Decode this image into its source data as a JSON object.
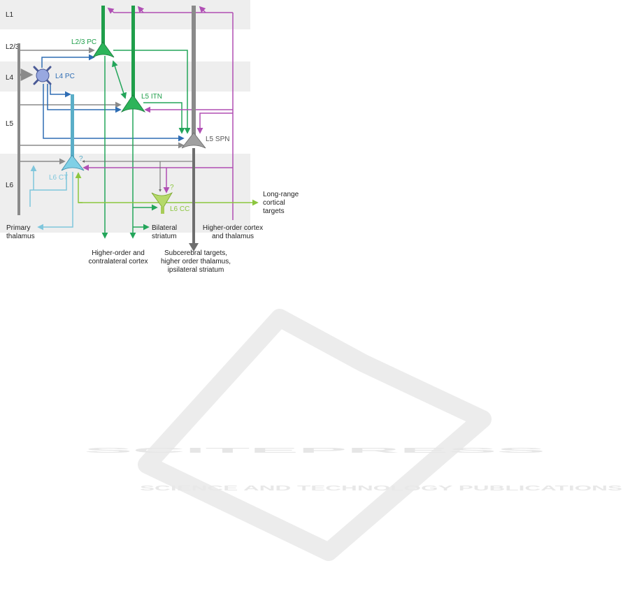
{
  "diagram": {
    "layers": [
      "L1",
      "L2/3",
      "L4",
      "L5",
      "L6"
    ],
    "neurons": {
      "l23_pc": "L2/3 PC",
      "l4_pc": "L4 PC",
      "l5_itn": "L5 ITN",
      "l5_spn": "L5 SPN",
      "l6_ct": "L6 CT",
      "l6_cc": "L6 CC"
    },
    "question_marks": [
      "?",
      "?"
    ],
    "targets": {
      "primary_thalamus": [
        "Primary",
        "thalamus"
      ],
      "higher_order_contralateral": [
        "Higher-order and",
        "contralateral cortex"
      ],
      "bilateral_striatum": [
        "Bilateral",
        "striatum"
      ],
      "subcerebral": [
        "Subcerebral targets,",
        "higher order thalamus,",
        "ipsilateral striatum"
      ],
      "higher_order_cortex_thalamus": [
        "Higher-order cortex",
        "and thalamus"
      ],
      "long_range": [
        "Long-range",
        "cortical",
        "targets"
      ]
    },
    "colors": {
      "green_dark": "#1f9e4a",
      "green_arrow": "#23a55a",
      "blue": "#2e6db4",
      "gray": "#8a8a8a",
      "magenta": "#b04fb4",
      "light_blue": "#7fc6dc",
      "lime": "#8cc63f",
      "band": "#eeeeee"
    }
  },
  "watermark": {
    "title": "SCITEPRESS",
    "subtitle": "SCIENCE AND TECHNOLOGY PUBLICATIONS"
  }
}
